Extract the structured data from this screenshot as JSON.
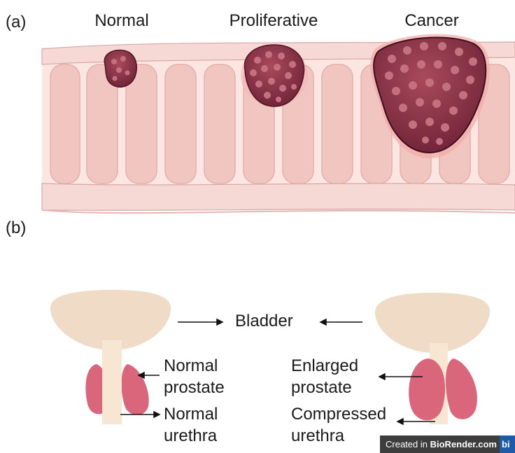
{
  "panel_a": {
    "label": "(a)",
    "stages": [
      "Normal",
      "Proliferative",
      "Cancer"
    ]
  },
  "panel_b": {
    "label": "(b)",
    "bladder": "Bladder",
    "normal_prostate": [
      "Normal",
      "prostate"
    ],
    "normal_urethra": [
      "Normal",
      "urethra"
    ],
    "enlarged_prostate": [
      "Enlarged",
      "prostate"
    ],
    "compressed_urethra": [
      "Compressed",
      "urethra"
    ]
  },
  "watermark": {
    "prefix": "Created in",
    "brand": "BioRender.com",
    "tag": "bi"
  },
  "colors": {
    "tissue": "#f4cfcb",
    "tissue_light": "#fbe6e2",
    "polyp": "#8c3347",
    "polyp_dark": "#5e1b2c",
    "bladder": "#f0dcc6",
    "prostate": "#d9667a",
    "urethra": "#f6e6d2"
  }
}
